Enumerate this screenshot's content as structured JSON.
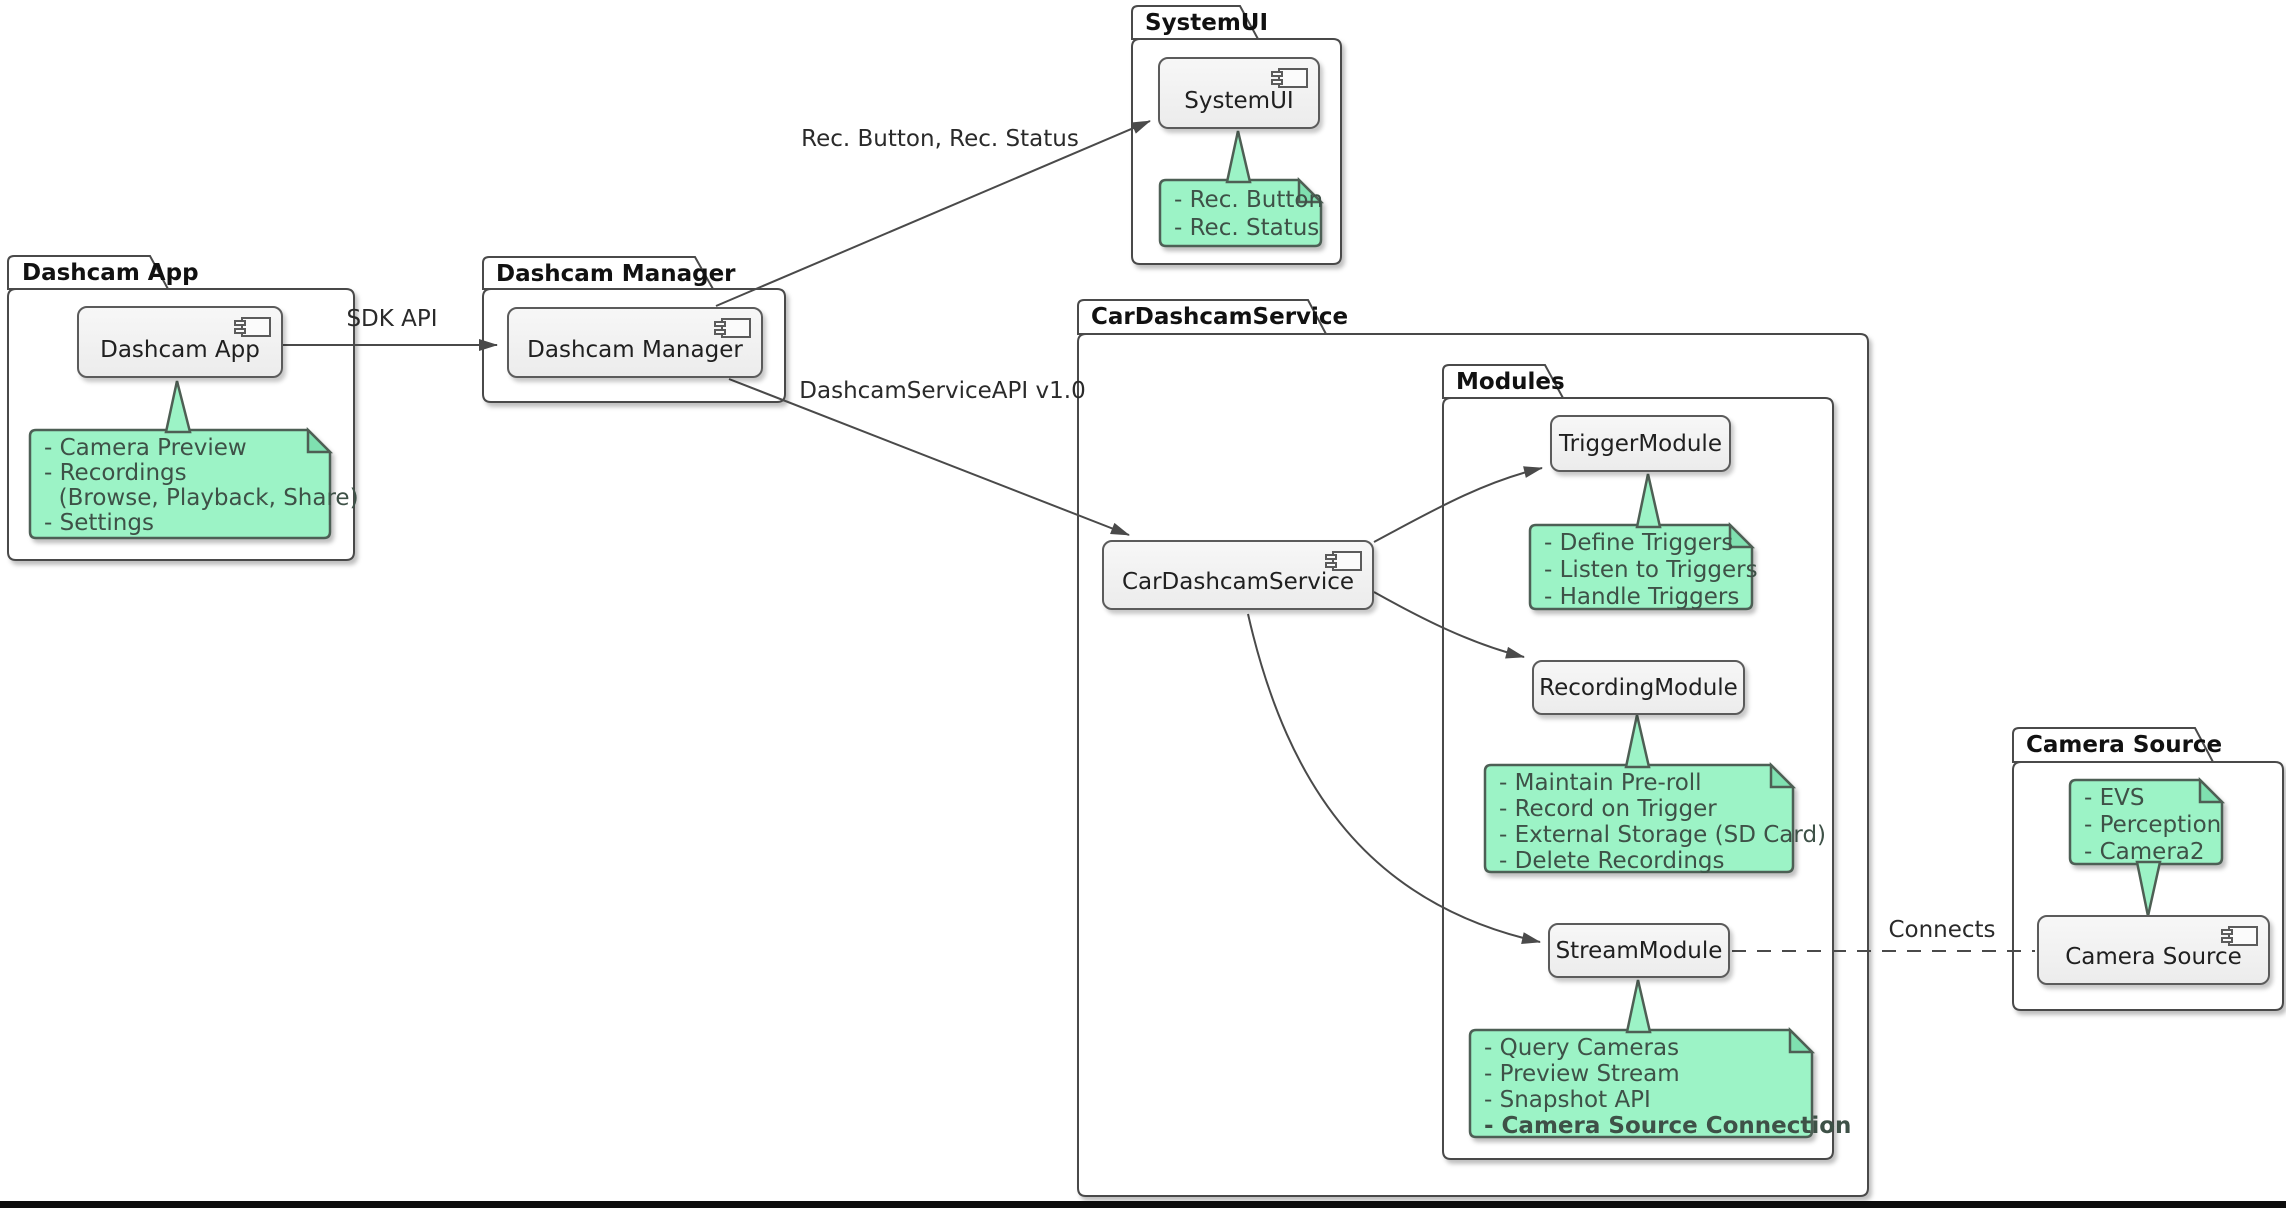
{
  "packages": {
    "dashcam_app": "Dashcam App",
    "dashcam_manager": "Dashcam Manager",
    "systemui": "SystemUI",
    "car_dashcam_service": "CarDashcamService",
    "modules": "Modules",
    "camera_source": "Camera Source"
  },
  "components": {
    "dashcam_app": "Dashcam App",
    "dashcam_manager": "Dashcam Manager",
    "systemui": "SystemUI",
    "car_dashcam_service": "CarDashcamService",
    "trigger_module": "TriggerModule",
    "recording_module": "RecordingModule",
    "stream_module": "StreamModule",
    "camera_source": "Camera Source"
  },
  "notes": {
    "dashcam_app": {
      "lines": [
        "- Camera Preview",
        "- Recordings",
        "  (Browse, Playback, Share)",
        "- Settings"
      ]
    },
    "systemui": {
      "lines": [
        "- Rec. Button",
        "- Rec. Status"
      ]
    },
    "trigger_module": {
      "lines": [
        "- Define Triggers",
        "- Listen to Triggers",
        "- Handle Triggers"
      ]
    },
    "recording_module": {
      "lines": [
        "- Maintain Pre-roll",
        "- Record on Trigger",
        "- External Storage (SD Card)",
        "- Delete Recordings"
      ]
    },
    "stream_module": {
      "lines": [
        "- Query Cameras",
        "- Preview Stream",
        "- Snapshot API",
        "- Camera Source Connection"
      ],
      "last_line_bold": true
    },
    "camera_source": {
      "lines": [
        "- EVS",
        "- Perception",
        "- Camera2"
      ]
    }
  },
  "edges": {
    "sdk_api": "SDK API",
    "rec_button_status": "Rec. Button, Rec. Status",
    "dashcam_service_api": "DashcamServiceAPI v1.0",
    "connects": "Connects"
  },
  "colors": {
    "note_fill": "#9cf3c6",
    "note_fold": "#7fe0b0",
    "note_border": "#4e5f54",
    "component_fill": "#f2f2f2",
    "component_border": "#5b5b5b",
    "package_border": "#4a4a4a",
    "edge_line": "#4a4a4a",
    "note_text": "#3e5147",
    "bottom_bar": "#0d0d0d"
  }
}
